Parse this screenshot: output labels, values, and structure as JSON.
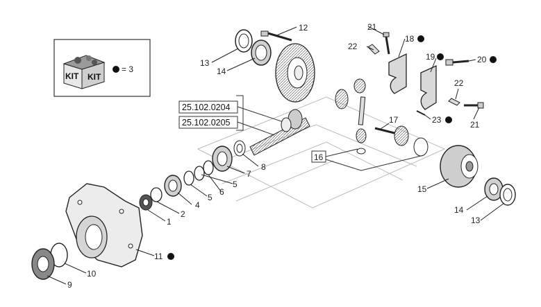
{
  "kit": {
    "label_left": "KIT",
    "label_right": "KIT",
    "equals_text": "= 3"
  },
  "refs": {
    "ref_a": "25.102.0204",
    "ref_b": "25.102.0205"
  },
  "callouts": {
    "c1": "1",
    "c2": "2",
    "c4": "4",
    "c5a": "5",
    "c5b": "5",
    "c6": "6",
    "c7": "7",
    "c8": "8",
    "c9": "9",
    "c10": "10",
    "c11": "11",
    "c12": "12",
    "c13a": "13",
    "c13b": "13",
    "c14a": "14",
    "c14b": "14",
    "c15": "15",
    "c16": "16",
    "c17": "17",
    "c18": "18",
    "c19": "19",
    "c20": "20",
    "c21a": "21",
    "c21b": "21",
    "c22a": "22",
    "c22b": "22",
    "c23": "23"
  },
  "colors": {
    "line": "#1a1a1a",
    "part_fill": "#d9d9d9",
    "dark_fill": "#6e6e6e",
    "bullet": "#111111"
  }
}
